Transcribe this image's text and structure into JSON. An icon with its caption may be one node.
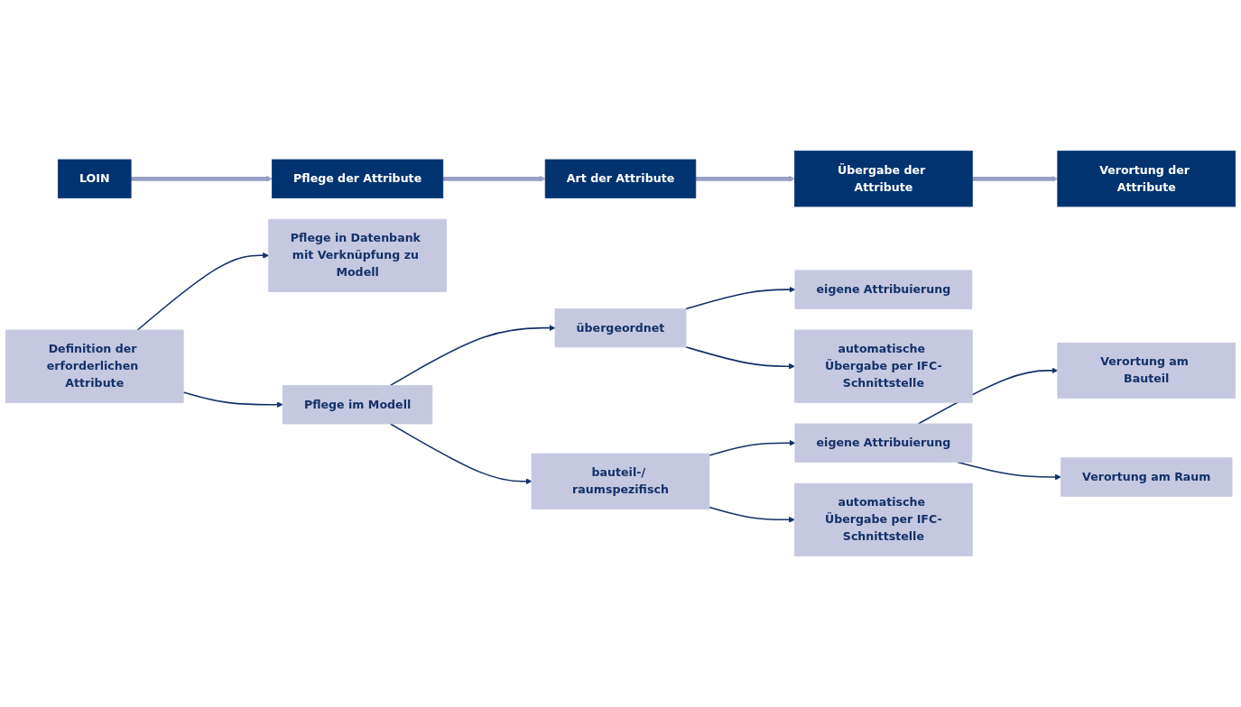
{
  "diagram": {
    "nodes": [
      {
        "text": [
          "LOIN"
        ]
      },
      {
        "text": [
          "Pflege der Attribute"
        ]
      },
      {
        "text": [
          "Art der Attribute"
        ]
      },
      {
        "text": [
          "Übergabe der Attribute"
        ]
      },
      {
        "text": [
          "Verortung der Attribute"
        ]
      },
      {
        "text": [
          "Definition der erforderlichen Attribute"
        ]
      },
      {
        "text": [
          "Pflege in Datenbank mit Verknüpfung zu Modell"
        ]
      },
      {
        "text": [
          "Pflege im Modell"
        ]
      },
      {
        "text": [
          "übergeordnet"
        ]
      },
      {
        "text": [
          "bauteil-/ raumspezifisch"
        ]
      },
      {
        "text": [
          "eigene Attribuierung"
        ]
      },
      {
        "text": [
          "automatische Übergabe per IFC-Schnittstelle"
        ]
      },
      {
        "text": [
          "eigene Attribuierung"
        ]
      },
      {
        "text": [
          "automatische Übergabe per IFC-Schnittstelle"
        ]
      },
      {
        "text": [
          "Verortung am Bauteil"
        ]
      },
      {
        "text": [
          "Verortung am Raum"
        ]
      }
    ],
    "edges": [
      {
        "from": 0,
        "to": 1,
        "arrow": "to",
        "style": "thick",
        "color": "#98a0c8"
      },
      {
        "from": 1,
        "to": 2,
        "arrow": "to",
        "style": "thick",
        "color": "#98a0c8"
      },
      {
        "from": 2,
        "to": 3,
        "arrow": "to",
        "style": "thick",
        "color": "#98a0c8"
      },
      {
        "from": 3,
        "to": 4,
        "arrow": "to",
        "style": "thick",
        "color": "#98a0c8"
      },
      {
        "from": 5,
        "to": 6,
        "arrow": "to"
      },
      {
        "from": 5,
        "to": 7,
        "arrow": "to"
      },
      {
        "from": 7,
        "to": 8,
        "arrow": "to"
      },
      {
        "from": 7,
        "to": 9,
        "arrow": "to"
      },
      {
        "from": 8,
        "to": 10,
        "arrow": "to"
      },
      {
        "from": 8,
        "to": 11,
        "arrow": "to"
      },
      {
        "from": 9,
        "to": 12,
        "arrow": "to"
      },
      {
        "from": 9,
        "to": 13,
        "arrow": "to"
      },
      {
        "from": 12,
        "to": 14,
        "arrow": "to"
      },
      {
        "from": 12,
        "to": 15,
        "arrow": "to"
      }
    ]
  }
}
